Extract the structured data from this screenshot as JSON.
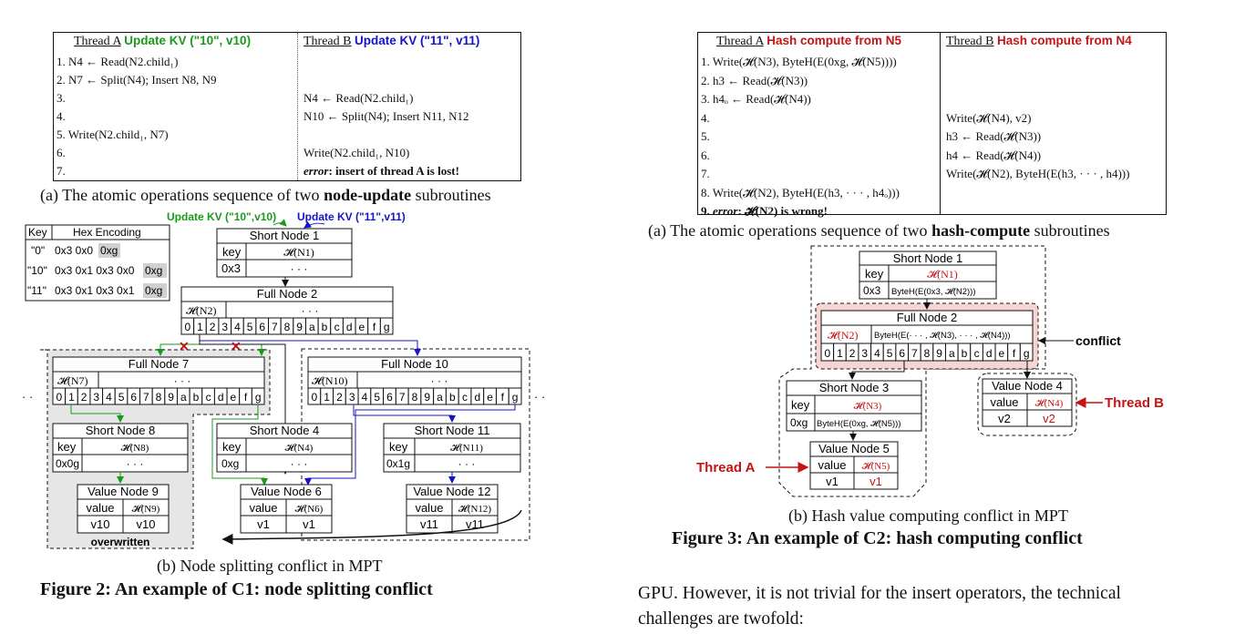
{
  "left": {
    "seq_table": {
      "threadA_label": "Thread A",
      "threadA_op": "Update KV (\"10\", v10)",
      "threadB_label": "Thread B",
      "threadB_op": "Update KV (\"11\", v11)",
      "rows": [
        {
          "a": "1. N4 ← Read(N2.child₁)",
          "b": ""
        },
        {
          "a": "2. N7 ← Split(N4);  Insert N8, N9",
          "b": ""
        },
        {
          "a": "3.",
          "b": "N4 ← Read(N2.child₁)"
        },
        {
          "a": "4.",
          "b": "N10 ← Split(N4);  Insert N11, N12"
        },
        {
          "a": "5. Write(N2.child₁, N7)",
          "b": ""
        },
        {
          "a": "6.",
          "b": "Write(N2.child₁, N10)"
        },
        {
          "a": "7.",
          "b_err": "error",
          "b": ": insert of thread A is lost!"
        }
      ]
    },
    "caption_a_pre": "(a) The atomic operations sequence of two ",
    "caption_a_bold": "node-update",
    "caption_a_post": " subroutines",
    "hex_table": {
      "col1": "Key",
      "col2": "Hex Encoding",
      "rows": [
        {
          "key": "\"0\"",
          "enc": "0x3 0x0",
          "tail": "0xg"
        },
        {
          "key": "\"10\"",
          "enc": "0x3 0x1 0x3 0x0",
          "tail": "0xg"
        },
        {
          "key": "\"11\"",
          "enc": "0x3 0x1 0x3 0x1",
          "tail": "0xg"
        }
      ]
    },
    "diagram": {
      "update_green": "Update KV (\"10\",v10)",
      "update_blue": "Update KV (\"11\",v11)",
      "short1_title": "Short Node 1",
      "short1_key": "key",
      "short1_hash": "𝓗(N1)",
      "short1_val": "0x3",
      "ellipsis": "· · ·",
      "full2_title": "Full Node 2",
      "full2_hash": "𝓗(N2)",
      "slots": [
        "0",
        "1",
        "2",
        "3",
        "4",
        "5",
        "6",
        "7",
        "8",
        "9",
        "a",
        "b",
        "c",
        "d",
        "e",
        "f",
        "g"
      ],
      "full7_title": "Full Node 7",
      "full7_hash": "𝓗(N7)",
      "full10_title": "Full Node 10",
      "full10_hash": "𝓗(N10)",
      "short8_title": "Short Node 8",
      "short8_hash": "𝓗(N8)",
      "short8_val": "0x0g",
      "short4_title": "Short Node 4",
      "short4_hash": "𝓗(N4)",
      "short4_val": "0xg",
      "short11_title": "Short Node 11",
      "short11_hash": "𝓗(N11)",
      "short11_val": "0x1g",
      "value9_title": "Value Node 9",
      "value9_hash": "𝓗(N9)",
      "value9_v": "v10",
      "value6_title": "Value Node 6",
      "value6_hash": "𝓗(N6)",
      "value6_v": "v1",
      "value12_title": "Value Node 12",
      "value12_hash": "𝓗(N12)",
      "value12_v": "v11",
      "key": "key",
      "value": "value",
      "overwritten": "overwritten",
      "dots": "· ·"
    },
    "caption_b": "(b) Node splitting conflict in MPT",
    "figure_caption": "Figure 2: An example of C1: node splitting conflict"
  },
  "right": {
    "seq_table": {
      "threadA_label": "Thread A",
      "threadA_op": "Hash compute from N5",
      "threadB_label": "Thread B",
      "threadB_op": "Hash compute from N4",
      "rows": [
        {
          "a": "1.  Write(𝓗(N3), ByteH(E(0xg, 𝓗(N5))))",
          "b": ""
        },
        {
          "a": "2.  h3 ← Read(𝓗(N3))",
          "b": ""
        },
        {
          "a": "3.  h4ₒ ← Read(𝓗(N4))",
          "b": ""
        },
        {
          "a": "4.",
          "b": "Write(𝓗(N4), v2)"
        },
        {
          "a": "5.",
          "b": "h3 ← Read(𝓗(N3))"
        },
        {
          "a": "6.",
          "b": "h4 ← Read(𝓗(N4))"
        },
        {
          "a": "7.",
          "b": "Write(𝓗(N2), ByteH(E(h3, · · · , h4)))"
        },
        {
          "a": "8.  Write(𝓗(N2), ByteH(E(h3, · · · , h4ₒ)))",
          "b": ""
        },
        {
          "a_err": "error",
          "a": ": 𝓗(N2) is wrong!",
          "b": ""
        }
      ]
    },
    "caption_a_pre": "(a) The atomic operations sequence of two ",
    "caption_a_bold": "hash-compute",
    "caption_a_post": " subroutines",
    "diagram": {
      "short1_title": "Short Node 1",
      "short1_hash": "𝓗(N1)",
      "short1_val": "0x3",
      "short1_byte": "ByteH(E(0x3, 𝓗(N2)))",
      "full2_title": "Full Node 2",
      "full2_hash": "𝓗(N2)",
      "full2_byte": "ByteH(E(· · · , 𝓗(N3), · · · , 𝓗(N4)))",
      "conflict": "conflict",
      "short3_title": "Short Node 3",
      "short3_hash": "𝓗(N3)",
      "short3_val": "0xg",
      "short3_byte": "ByteH(E(0xg, 𝓗(N5)))",
      "value4_title": "Value Node 4",
      "value4_hash": "𝓗(N4)",
      "value4_v": "v2",
      "value5_title": "Value Node 5",
      "value5_hash": "𝓗(N5)",
      "value5_v": "v1",
      "key": "key",
      "value": "value",
      "threadA": "Thread A",
      "threadB": "Thread B"
    },
    "caption_b": "(b) Hash value computing conflict in MPT",
    "figure_caption": "Figure 3: An example of C2: hash computing conflict",
    "body_line1": "GPU. However, it is not trivial for the insert operators, the technical",
    "body_line2": "challenges are twofold:"
  }
}
